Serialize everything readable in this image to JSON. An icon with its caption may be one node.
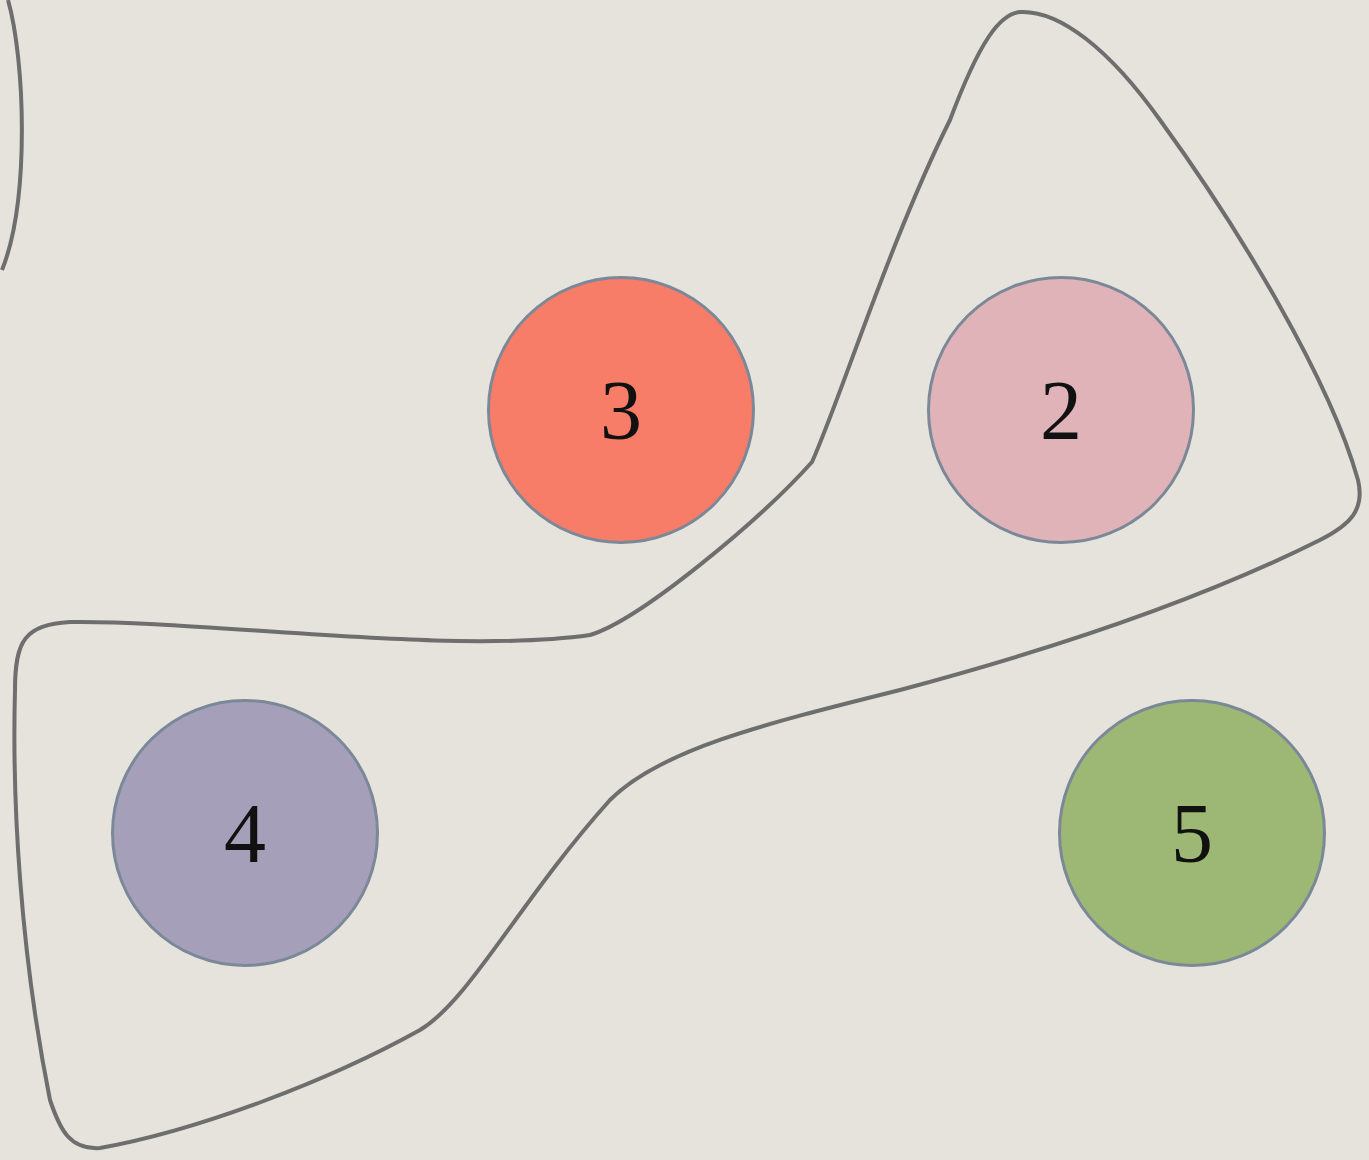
{
  "diagram": {
    "nodes": [
      {
        "text": [],
        "shape": "blob"
      },
      {
        "text": [
          "3"
        ]
      },
      {
        "text": [
          "2"
        ],
        "in": 0
      },
      {
        "text": [
          "4"
        ],
        "in": 0
      },
      {
        "text": [
          "5"
        ]
      }
    ]
  }
}
